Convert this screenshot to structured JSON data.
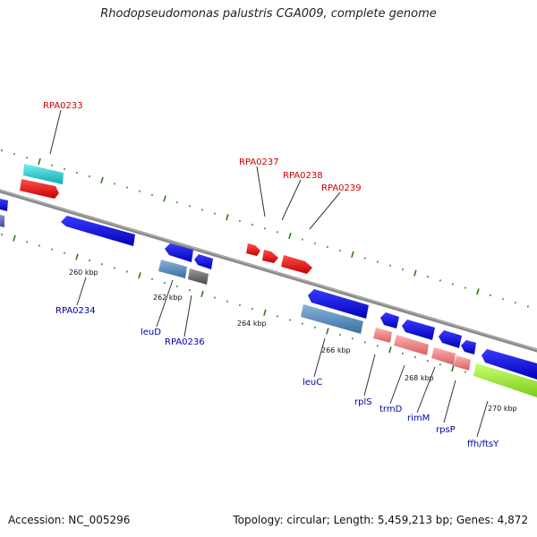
{
  "title": "Rhodopseudomonas palustris CGA009, complete genome",
  "footer": {
    "accession": "Accession: NC_005296",
    "summary": "Topology: circular; Length: 5,459,213 bp; Genes: 4,872"
  },
  "colors": {
    "backbone": "#888888",
    "tick": "#2a7a1a",
    "label_red": "#cc0000",
    "label_blue": "#0000aa"
  },
  "kbp_labels": [
    "260 kbp",
    "262 kbp",
    "264 kbp",
    "266 kbp",
    "268 kbp",
    "270 kbp"
  ],
  "gene_labels": {
    "red": [
      "RPA0233",
      "RPA0237",
      "RPA0238",
      "RPA0239"
    ],
    "blue": [
      "RPA0234",
      "leuD",
      "RPA0236",
      "leuC",
      "rplS",
      "trmD",
      "rimM",
      "rpsP",
      "ffh/ftsY"
    ]
  },
  "features": [
    {
      "name": "RPA0233",
      "strand": "+",
      "color": "#1fc8c8"
    },
    {
      "name": "RPA0233",
      "strand": "+",
      "color": "#ee0000"
    },
    {
      "name": "RPA0234",
      "strand": "-",
      "color": "#0000ee"
    },
    {
      "name": "leuD",
      "strand": "-",
      "color": "#4682b4"
    },
    {
      "name": "RPA0236",
      "strand": "-",
      "color": "#666666"
    },
    {
      "name": "RPA0237",
      "strand": "+",
      "color": "#ee0000"
    },
    {
      "name": "RPA0238",
      "strand": "+",
      "color": "#ee0000"
    },
    {
      "name": "RPA0239",
      "strand": "+",
      "color": "#ee0000"
    },
    {
      "name": "leuC",
      "strand": "-",
      "color": "#0000ee"
    },
    {
      "name": "rplS",
      "strand": "-",
      "color": "#f08080"
    },
    {
      "name": "trmD",
      "strand": "-",
      "color": "#f08080"
    },
    {
      "name": "rimM",
      "strand": "-",
      "color": "#f08080"
    },
    {
      "name": "rpsP",
      "strand": "-",
      "color": "#f08080"
    },
    {
      "name": "ffh/ftsY",
      "strand": "-",
      "color": "#99ee33"
    }
  ]
}
